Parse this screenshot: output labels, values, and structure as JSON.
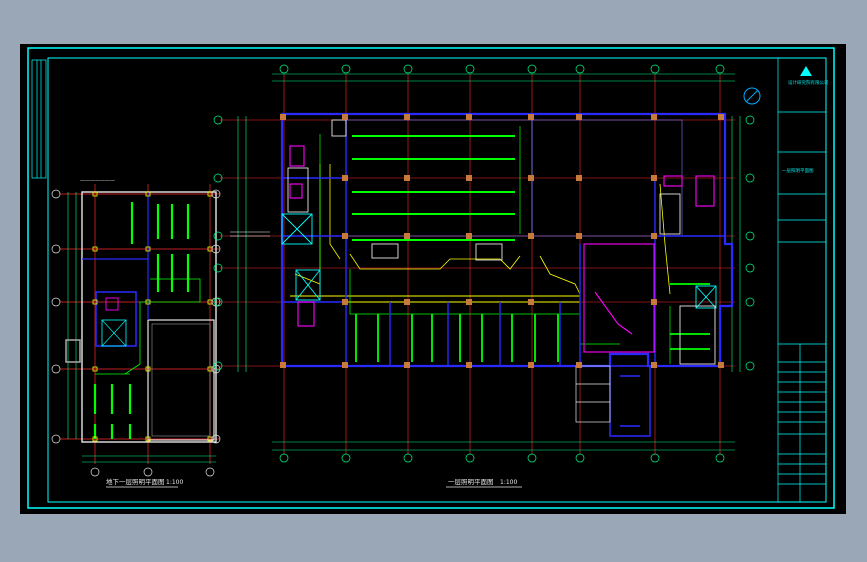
{
  "drawing": {
    "left_plan_title": "地下一层照明平面图",
    "left_plan_scale": "1:100",
    "main_plan_title": "一层照明平面图",
    "main_plan_scale": "1:100",
    "company_name": "设计研究院有限公司",
    "sheet_name": "一层照明平面图"
  },
  "colors": {
    "background": "#000000",
    "frame": "#00ffff",
    "axis": "#ff2a2a",
    "wall": "#2a2aff",
    "fixture": "#00ff00",
    "cable": "#ffff00",
    "accent": "#ff00ff"
  }
}
